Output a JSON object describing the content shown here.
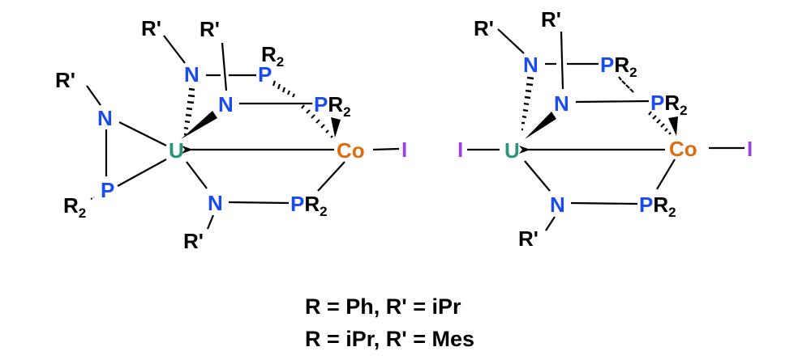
{
  "colors": {
    "uranium": "#2a9478",
    "cobalt": "#d96d10",
    "nitrogen": "#1a4bf0",
    "phosphorus": "#1a4bf0",
    "iodine": "#9b3fe0",
    "substituent": "#000000"
  },
  "structures": [
    {
      "name": "left-complex",
      "atoms": {
        "U": "U",
        "Co": "Co",
        "I": "I",
        "N1": "N",
        "N2": "N",
        "N3": "N",
        "N4": "N",
        "P1": "P",
        "P2": "P",
        "P3": "P",
        "P4": "P",
        "Rp1": "R'",
        "Rp2": "R'",
        "Rp3": "R'",
        "Rp4": "R'",
        "R2a": "R",
        "R2b": "R",
        "R2c": "R",
        "R2d": "R",
        "sub2": "2"
      }
    },
    {
      "name": "right-complex",
      "atoms": {
        "U": "U",
        "Co": "Co",
        "I_left": "I",
        "I_right": "I",
        "N1": "N",
        "N2": "N",
        "N3": "N",
        "P1": "P",
        "P2": "P",
        "P3": "P",
        "Rp1": "R'",
        "Rp2": "R'",
        "Rp3": "R'",
        "R": "R",
        "sub2": "2"
      }
    }
  ],
  "caption": {
    "line1": "R = Ph, R' = iPr",
    "line2": "R = iPr, R' = Mes"
  }
}
